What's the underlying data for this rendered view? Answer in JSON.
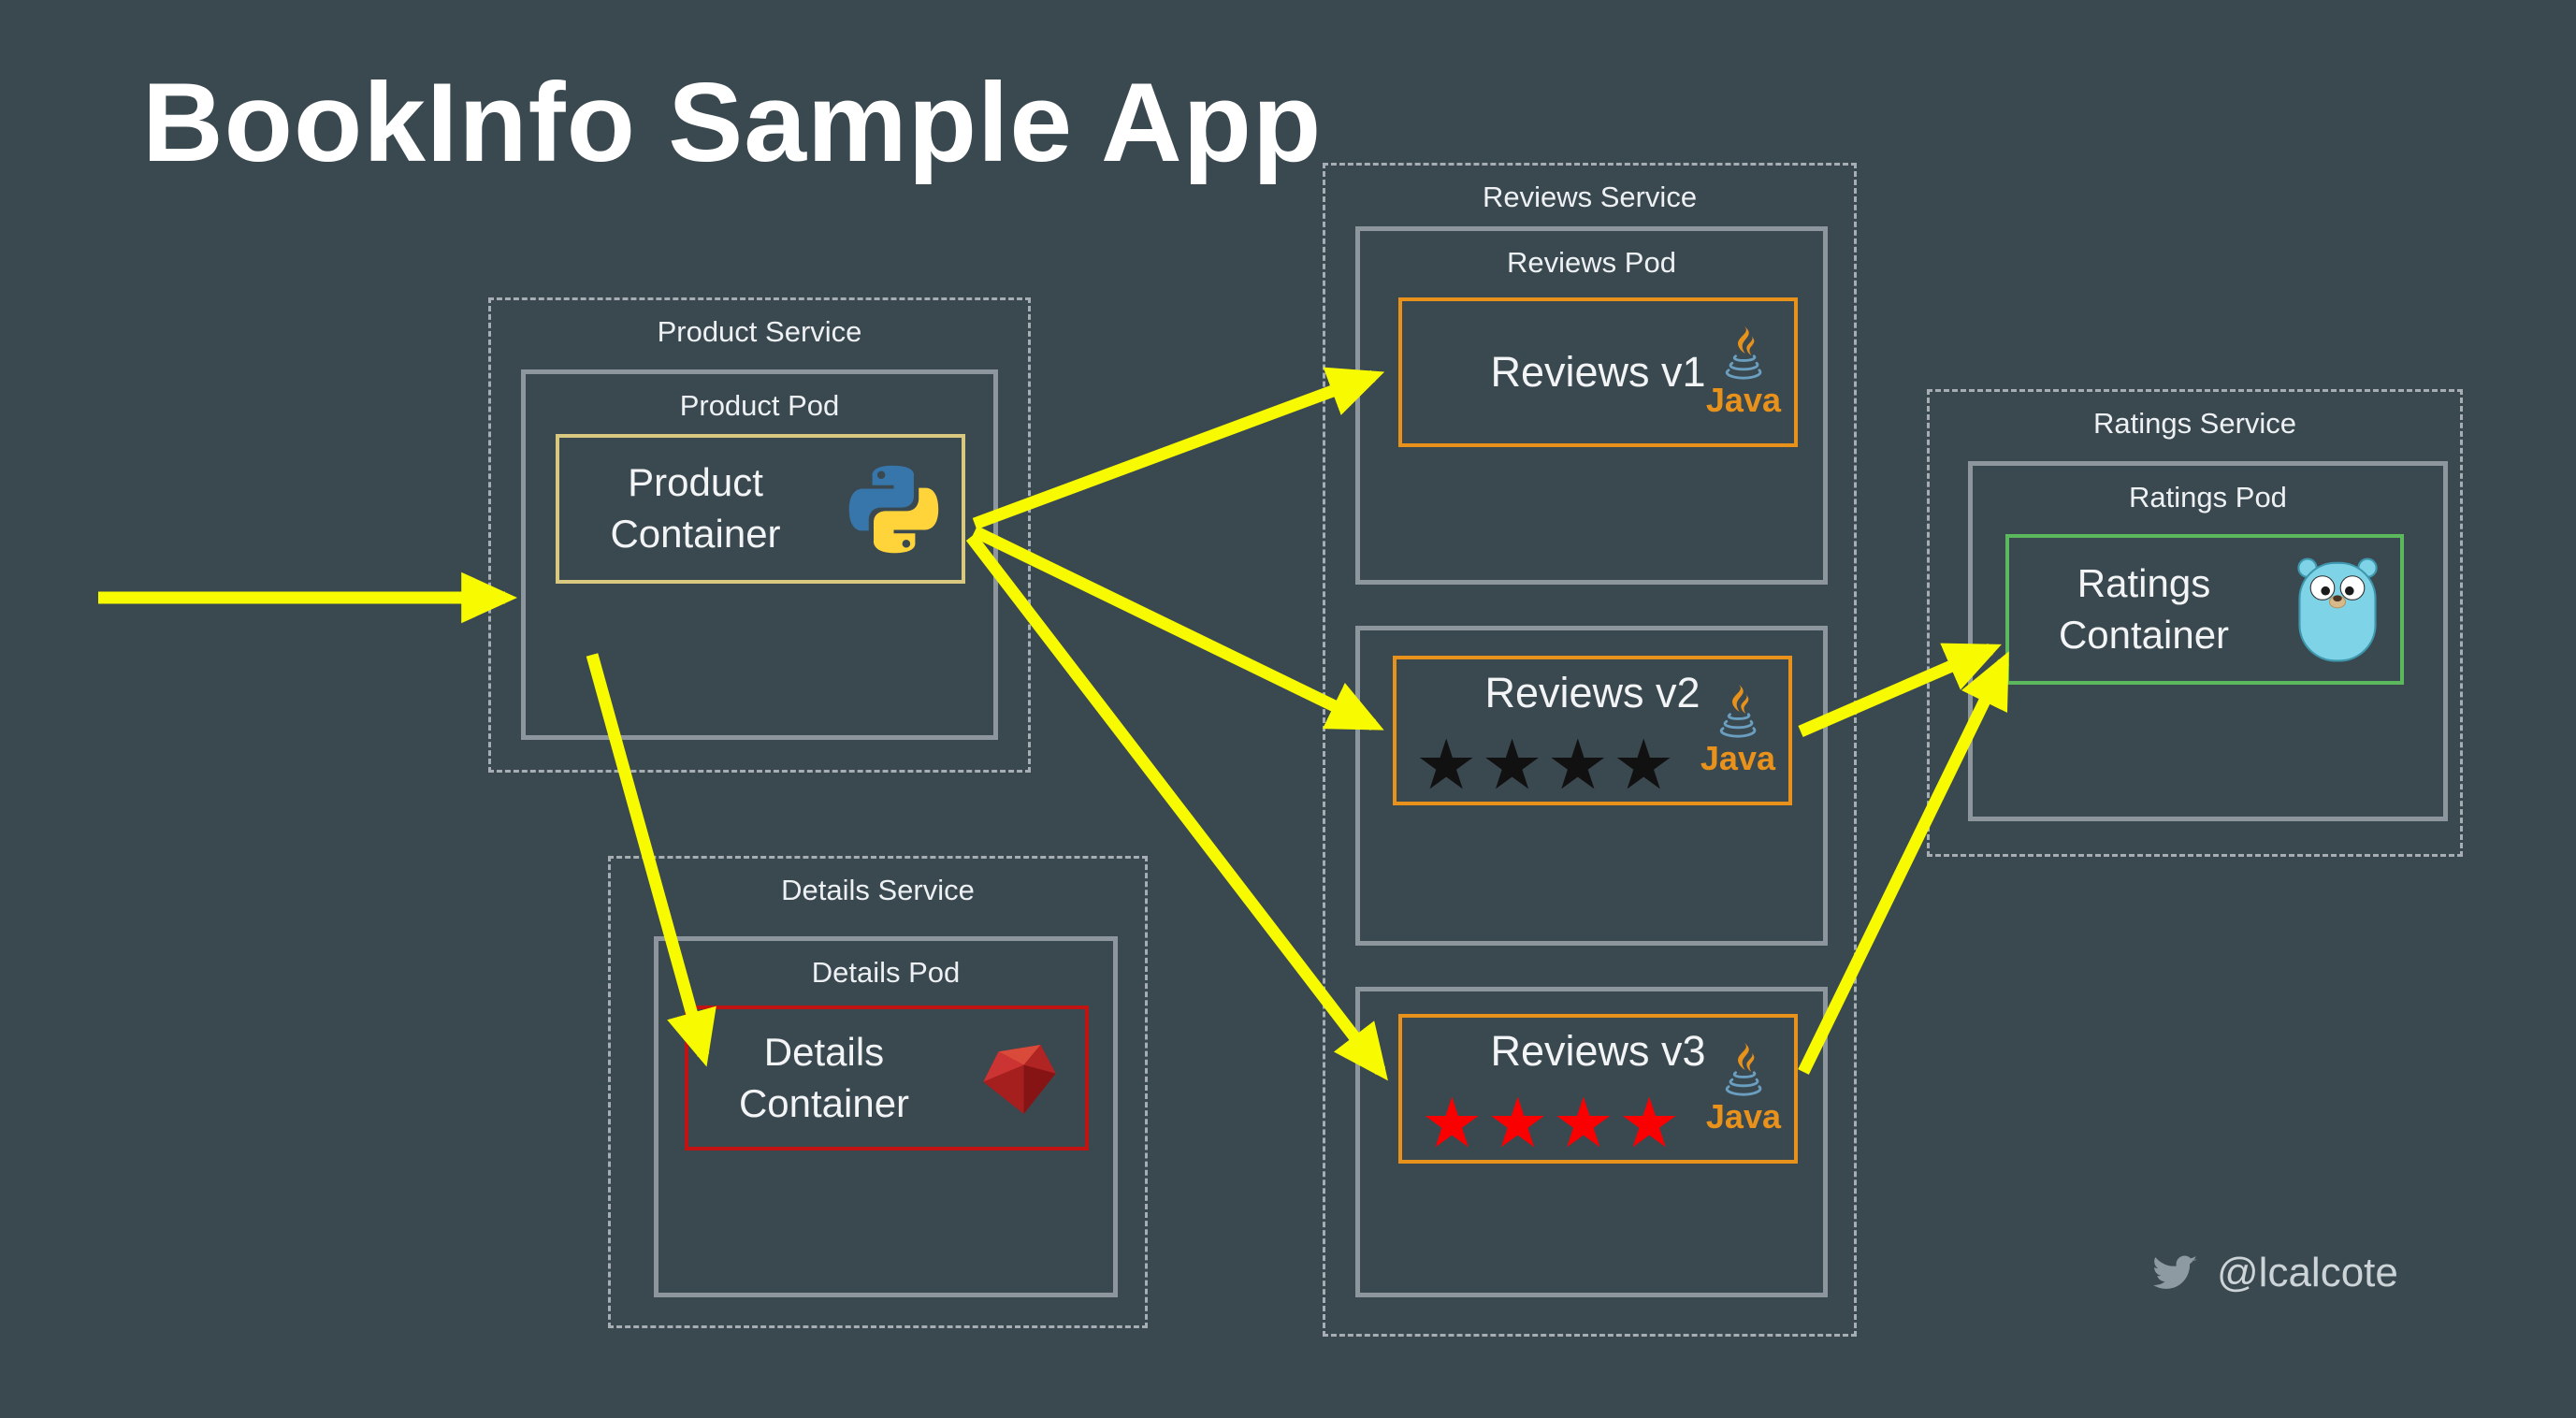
{
  "title": "BookInfo Sample App",
  "colors": {
    "background": "#3a4850",
    "arrow": "#f8fb00",
    "service_border": "#a6adb3",
    "pod_border": "#8d969c",
    "product_container_border": "#d9c87f",
    "details_container_border": "#c21313",
    "reviews_container_border": "#e8921c",
    "ratings_container_border": "#5cb85c",
    "java_text": "#e8921c",
    "stars_v2": "#111111",
    "stars_v3": "#fb0000"
  },
  "product_service": {
    "label": "Product Service",
    "pod_label": "Product Pod",
    "container_label": "Product Container",
    "icon": "python-logo"
  },
  "details_service": {
    "label": "Details Service",
    "pod_label": "Details Pod",
    "container_label": "Details Container",
    "icon": "ruby-logo"
  },
  "reviews_service": {
    "label": "Reviews Service",
    "pod_label": "Reviews Pod",
    "versions": [
      {
        "label": "Reviews v1",
        "runtime": "Java"
      },
      {
        "label": "Reviews v2",
        "runtime": "Java",
        "stars": "★★★★"
      },
      {
        "label": "Reviews v3",
        "runtime": "Java",
        "stars": "★★★★"
      }
    ]
  },
  "ratings_service": {
    "label": "Ratings Service",
    "pod_label": "Ratings Pod",
    "container_label": "Ratings Container",
    "icon": "go-gopher-logo"
  },
  "footer": {
    "twitter_handle": "@lcalcote"
  }
}
